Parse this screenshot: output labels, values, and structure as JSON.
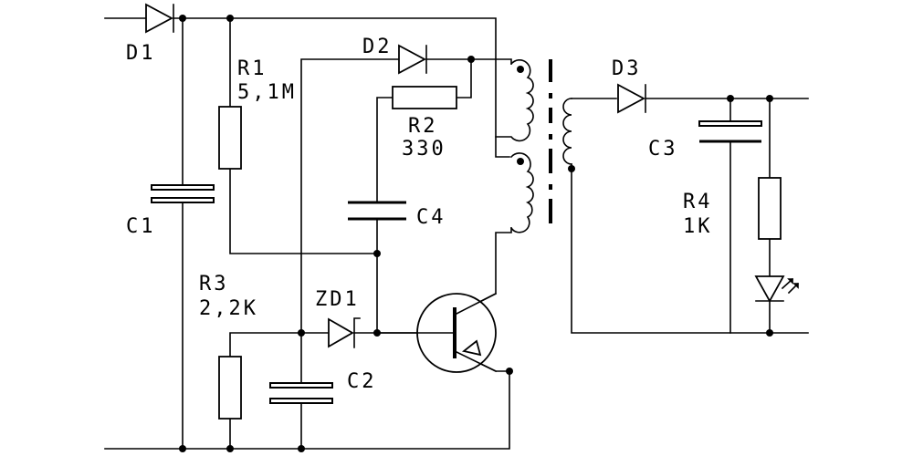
{
  "labels": {
    "d1": "D1",
    "d2": "D2",
    "d3": "D3",
    "r1_name": "R1",
    "r1_value": "5,1M",
    "r2_name": "R2",
    "r2_value": "330",
    "r3_name": "R3",
    "r3_value": "2,2K",
    "r4_name": "R4",
    "r4_value": "1K",
    "c1": "C1",
    "c2": "C2",
    "c3": "C3",
    "c4": "C4",
    "zd1": "ZD1"
  },
  "colors": {
    "ink": "#000000",
    "paper": "#ffffff"
  }
}
